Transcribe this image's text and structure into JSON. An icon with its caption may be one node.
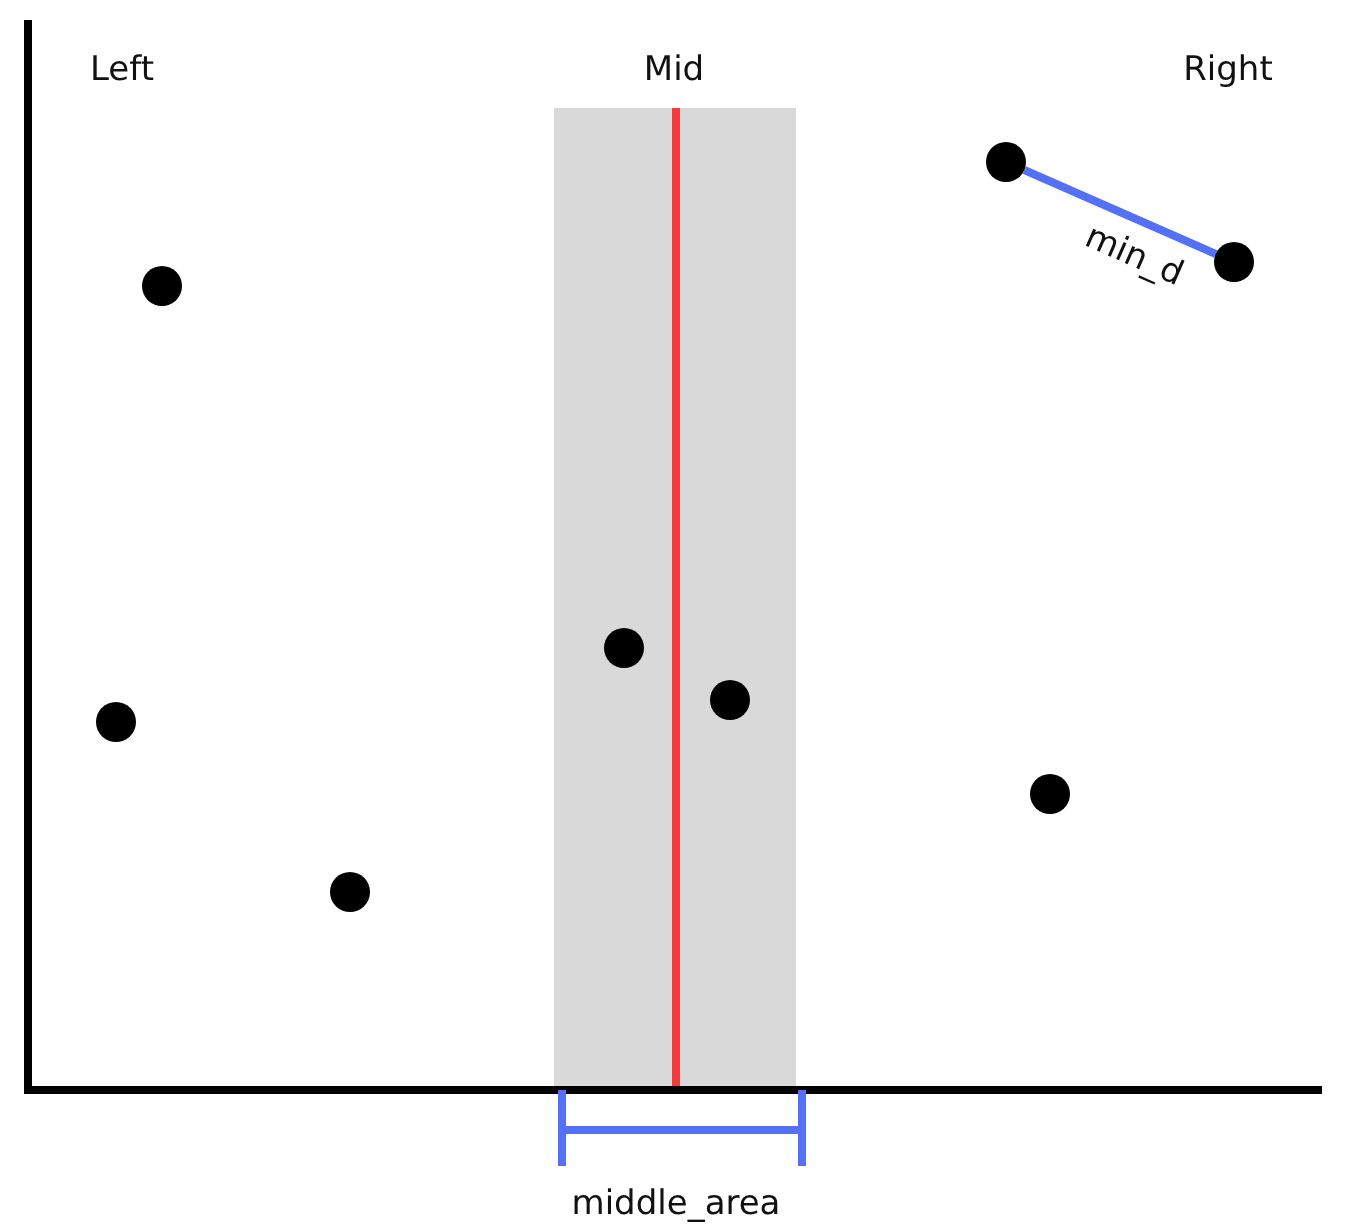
{
  "diagram": {
    "nodes": [
      {
        "text": [],
        "shape": "circle"
      },
      {
        "text": [],
        "shape": "circle"
      },
      {
        "text": [],
        "shape": "circle"
      },
      {
        "text": [],
        "shape": "circle"
      },
      {
        "text": [],
        "shape": "circle"
      },
      {
        "text": [],
        "shape": "circle"
      },
      {
        "text": [],
        "shape": "circle"
      },
      {
        "text": [],
        "shape": "circle"
      }
    ],
    "edges": [
      {
        "from": 5,
        "to": 7,
        "arrow": "none",
        "label": "min_d"
      }
    ],
    "labels": [
      "Left",
      "Mid",
      "Right",
      "middle_area"
    ]
  }
}
